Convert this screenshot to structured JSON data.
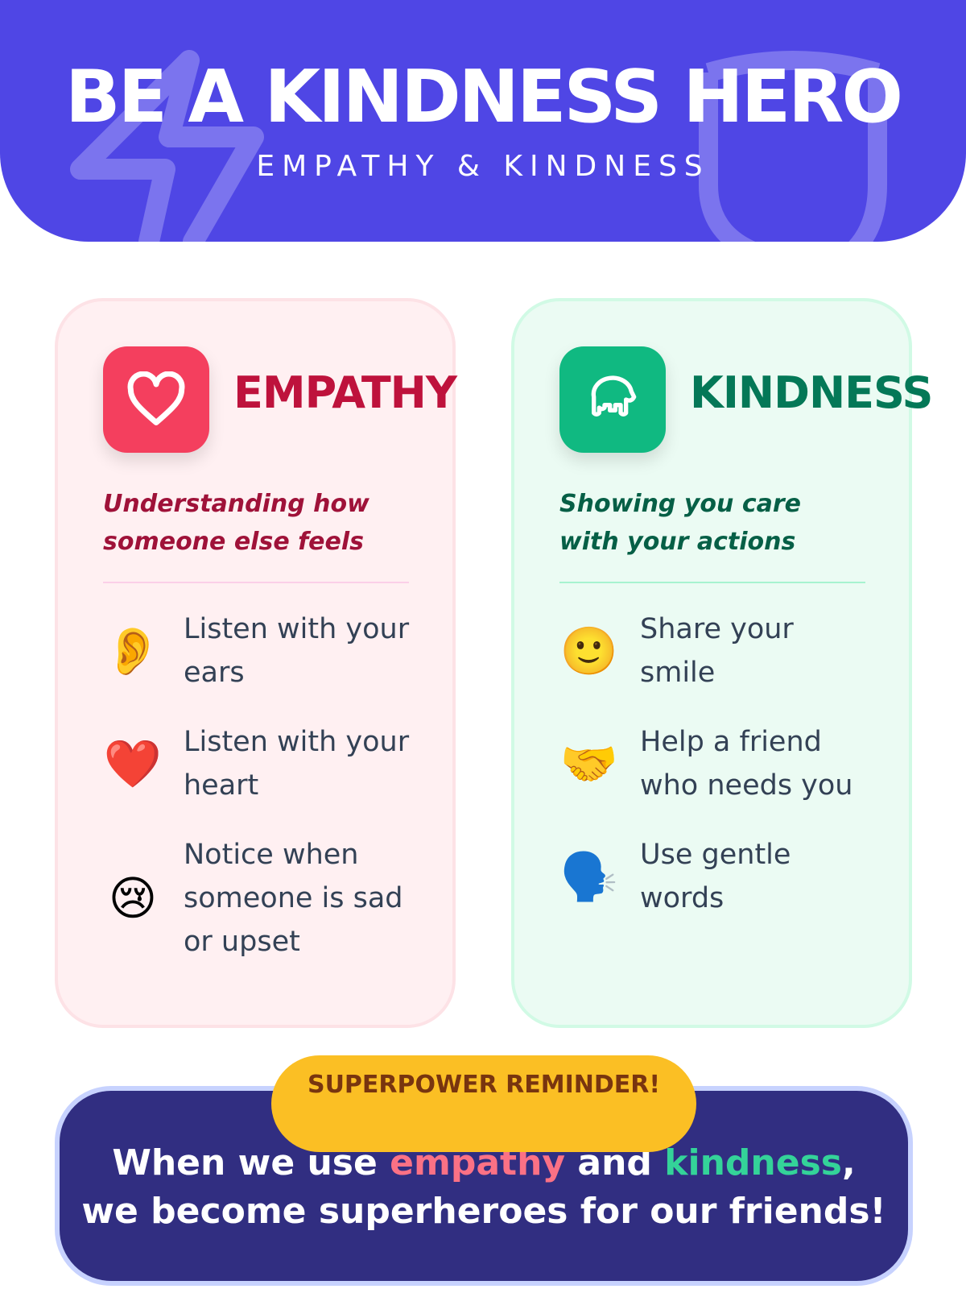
{
  "header": {
    "title": "BE A KINDNESS HERO",
    "subtitle": "EMPATHY & KINDNESS"
  },
  "empathy": {
    "title": "EMPATHY",
    "description": "Understanding how someone else feels",
    "items": [
      {
        "emoji": "👂",
        "text": "Listen with your ears"
      },
      {
        "emoji": "❤️",
        "text": "Listen with your heart"
      },
      {
        "emoji": "😢",
        "text": "Notice when someone is sad or upset"
      }
    ]
  },
  "kindness": {
    "title": "KINDNESS",
    "description": "Showing you care with your actions",
    "items": [
      {
        "emoji": "🙂",
        "text": "Share your smile"
      },
      {
        "emoji": "🤝",
        "text": "Help a friend who needs you"
      },
      {
        "emoji": "🗣️",
        "text": "Use gentle words"
      }
    ]
  },
  "reminder": {
    "badge": "SUPERPOWER REMINDER!",
    "line1_a": "When we use ",
    "line1_empathy": "empathy",
    "line1_b": " and ",
    "line1_kindness": "kindness",
    "line1_c": ",",
    "line2": "we become superheroes for our friends!"
  },
  "colors": {
    "header": "#4f46e5",
    "empathy": "#f43f5e",
    "kindness": "#10b981",
    "banner": "#312e81",
    "badge": "#fbbf24"
  }
}
